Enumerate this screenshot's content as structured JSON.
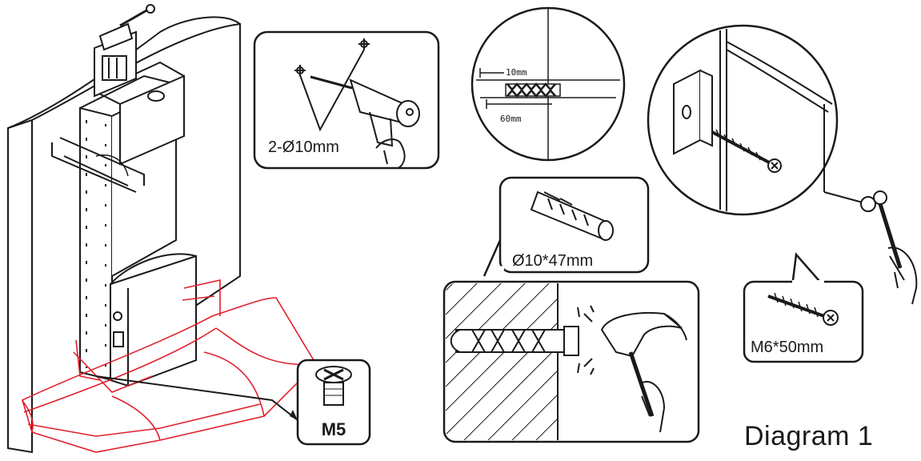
{
  "caption": "Diagram 1",
  "callouts": {
    "drill_holes": "2-Ø10mm",
    "anchor_size": "Ø10*47mm",
    "screw_size": "M6*50mm",
    "base_screw": "M5"
  },
  "measurements": {
    "edge_offset": "10mm",
    "drill_depth": "60mm"
  },
  "colors": {
    "line": "#1a1a1a",
    "base_highlight": "#e0202a"
  }
}
